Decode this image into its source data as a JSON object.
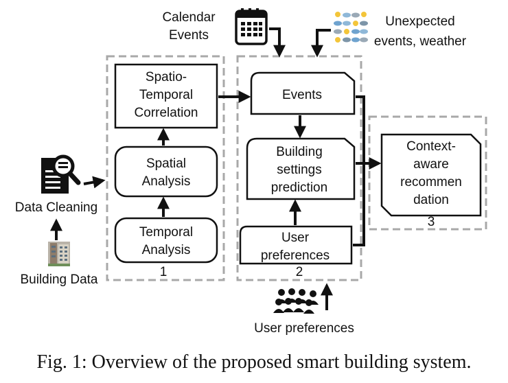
{
  "top_labels": {
    "calendar": [
      "Calendar",
      "Events"
    ],
    "unexpected": [
      "Unexpected",
      "events, weather"
    ]
  },
  "left_labels": {
    "data_cleaning": "Data Cleaning",
    "building_data": "Building Data"
  },
  "group1": {
    "number": "1",
    "nodes": {
      "spatio_temporal": [
        "Spatio-",
        "Temporal",
        "Correlation"
      ],
      "spatial": [
        "Spatial",
        "Analysis"
      ],
      "temporal": [
        "Temporal",
        "Analysis"
      ]
    }
  },
  "group2": {
    "number": "2",
    "nodes": {
      "events": [
        "Events"
      ],
      "building_settings": [
        "Building",
        "settings",
        "prediction"
      ],
      "user_prefs": [
        "User",
        "preferences"
      ]
    }
  },
  "group3": {
    "number": "3",
    "nodes": {
      "context": [
        "Context-",
        "aware",
        "recommen",
        "dation"
      ]
    }
  },
  "bottom_label": "User preferences",
  "caption": "Fig. 1: Overview of the proposed smart building system.",
  "icons": [
    "calendar-icon",
    "weather-grid-icon",
    "document-search-icon",
    "building-photo-icon",
    "people-group-icon"
  ],
  "colors": {
    "group_border": "#a8a8a8",
    "line": "#111111"
  }
}
